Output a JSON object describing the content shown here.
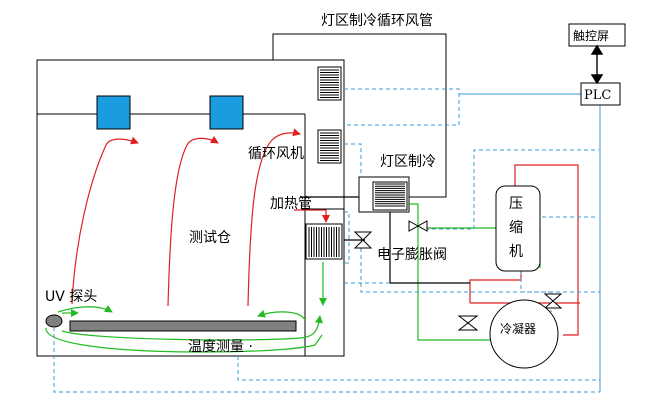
{
  "labels": {
    "duct_title": "灯区制冷循环风管",
    "touchscreen": "触控屏",
    "plc": "PLC",
    "fan": "循环风机",
    "lamp_cooling": "灯区制冷",
    "heater": "加热管",
    "chamber": "测试仓",
    "compressor_1": "压",
    "compressor_2": "缩",
    "compressor_3": "机",
    "expansion_valve": "电子膨胀阀",
    "uv_probe": "UV 探头",
    "condenser": "冷凝器",
    "temp_measure": "温度测量 ·"
  },
  "colors": {
    "airflow_red": "#e02020",
    "airflow_green": "#22bb22",
    "refrigerant_red": "#e02020",
    "refrigerant_green": "#22bb22",
    "signal_blue": "#3a9bd6",
    "lamp_fill": "#1a9de0",
    "sample_plate": "#808080"
  }
}
